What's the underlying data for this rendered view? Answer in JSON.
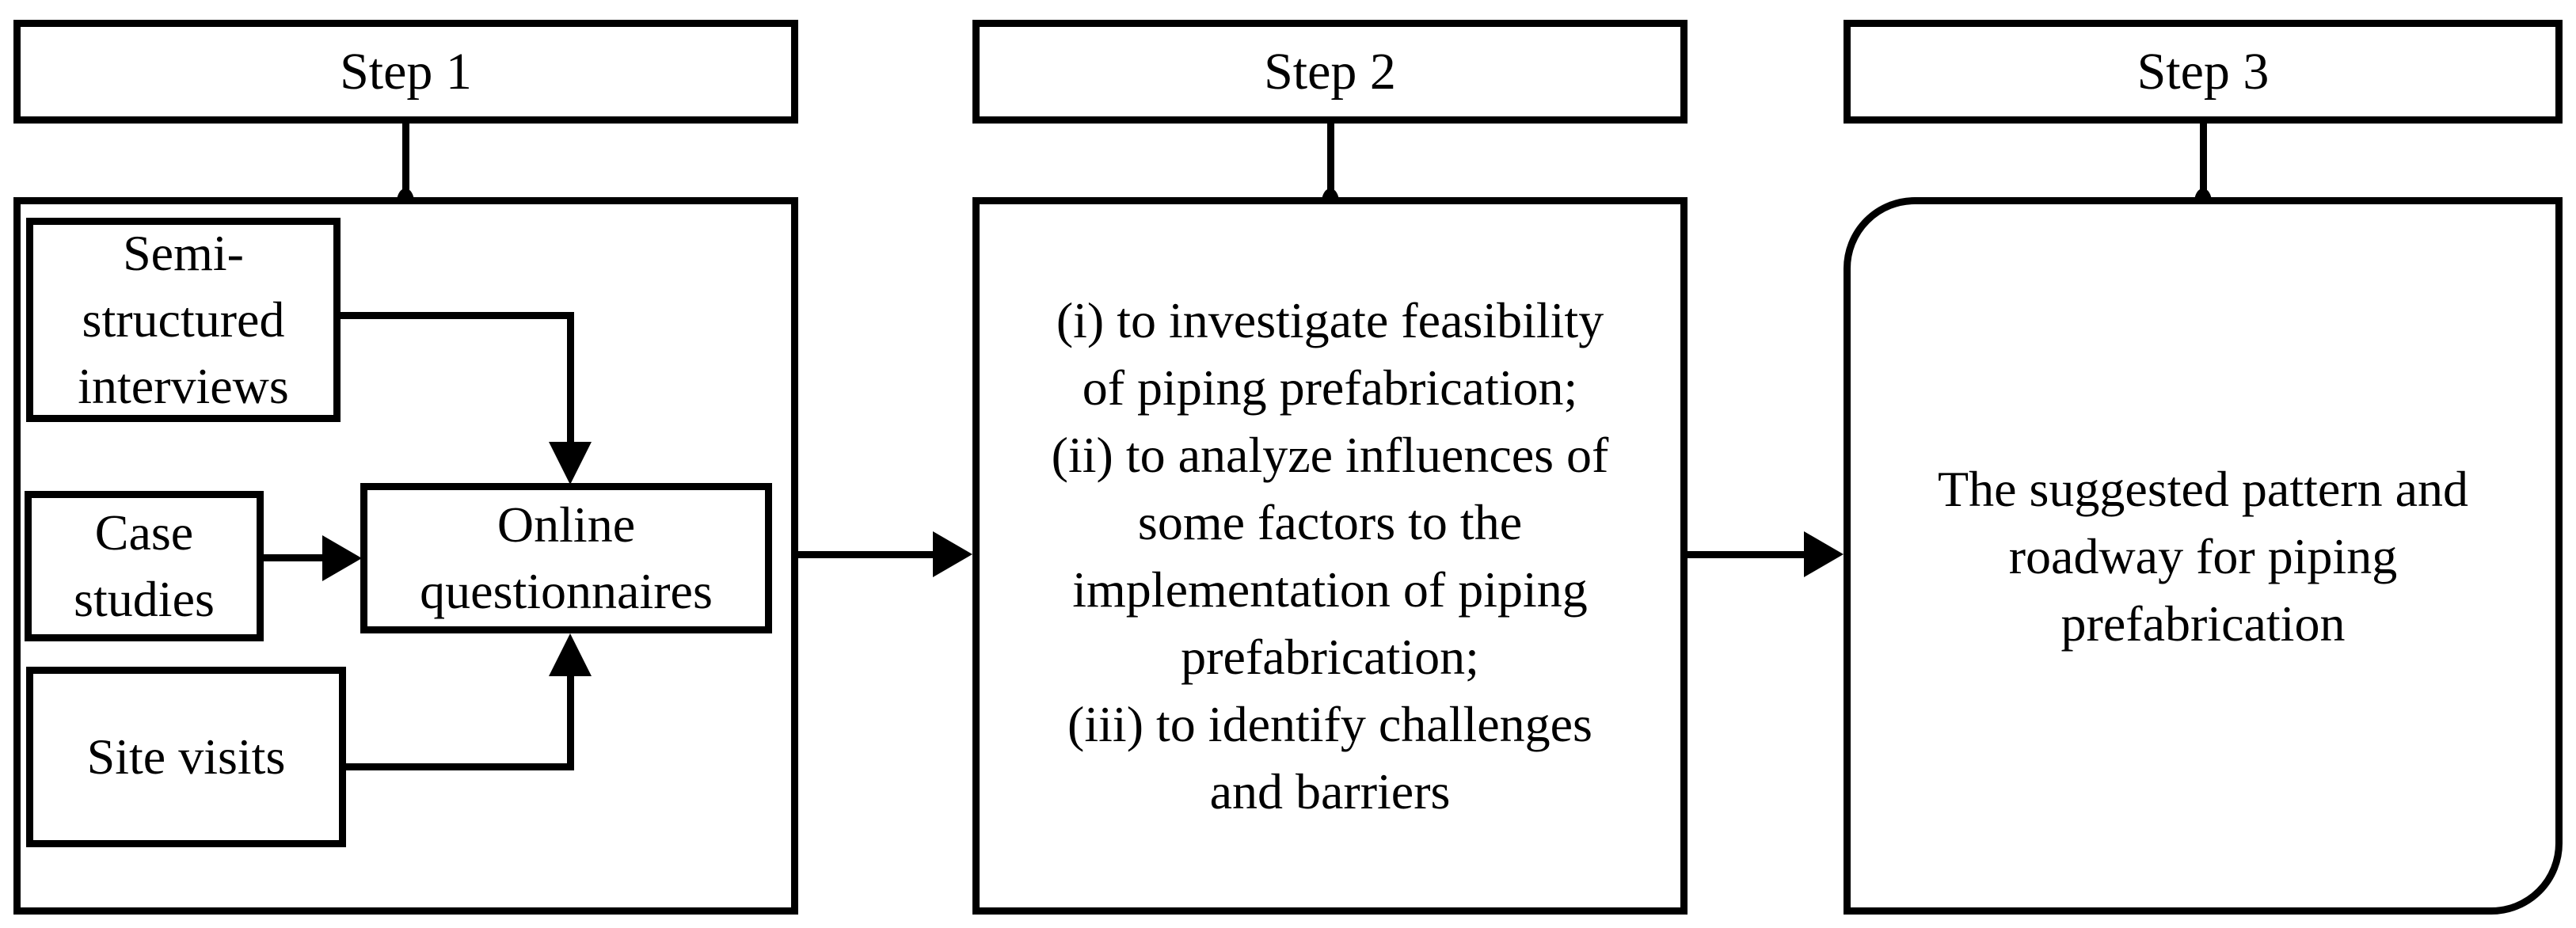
{
  "colors": {
    "ink": "#000000",
    "background": "#ffffff"
  },
  "headers": [
    "Step 1",
    "Step 2",
    "Step 3"
  ],
  "step1": {
    "semi_structured": "Semi-\nstructured\ninterviews",
    "case_studies": "Case\nstudies",
    "site_visits": "Site visits",
    "online_questionnaires": "Online\nquestionnaires"
  },
  "step2": {
    "objectives": "(i) to investigate feasibility\nof piping prefabrication;\n(ii) to analyze influences of\nsome factors to the\nimplementation of piping\nprefabrication;\n(iii) to identify challenges\nand barriers"
  },
  "step3": {
    "outcome": "The suggested pattern and\nroadway for piping\nprefabrication"
  }
}
